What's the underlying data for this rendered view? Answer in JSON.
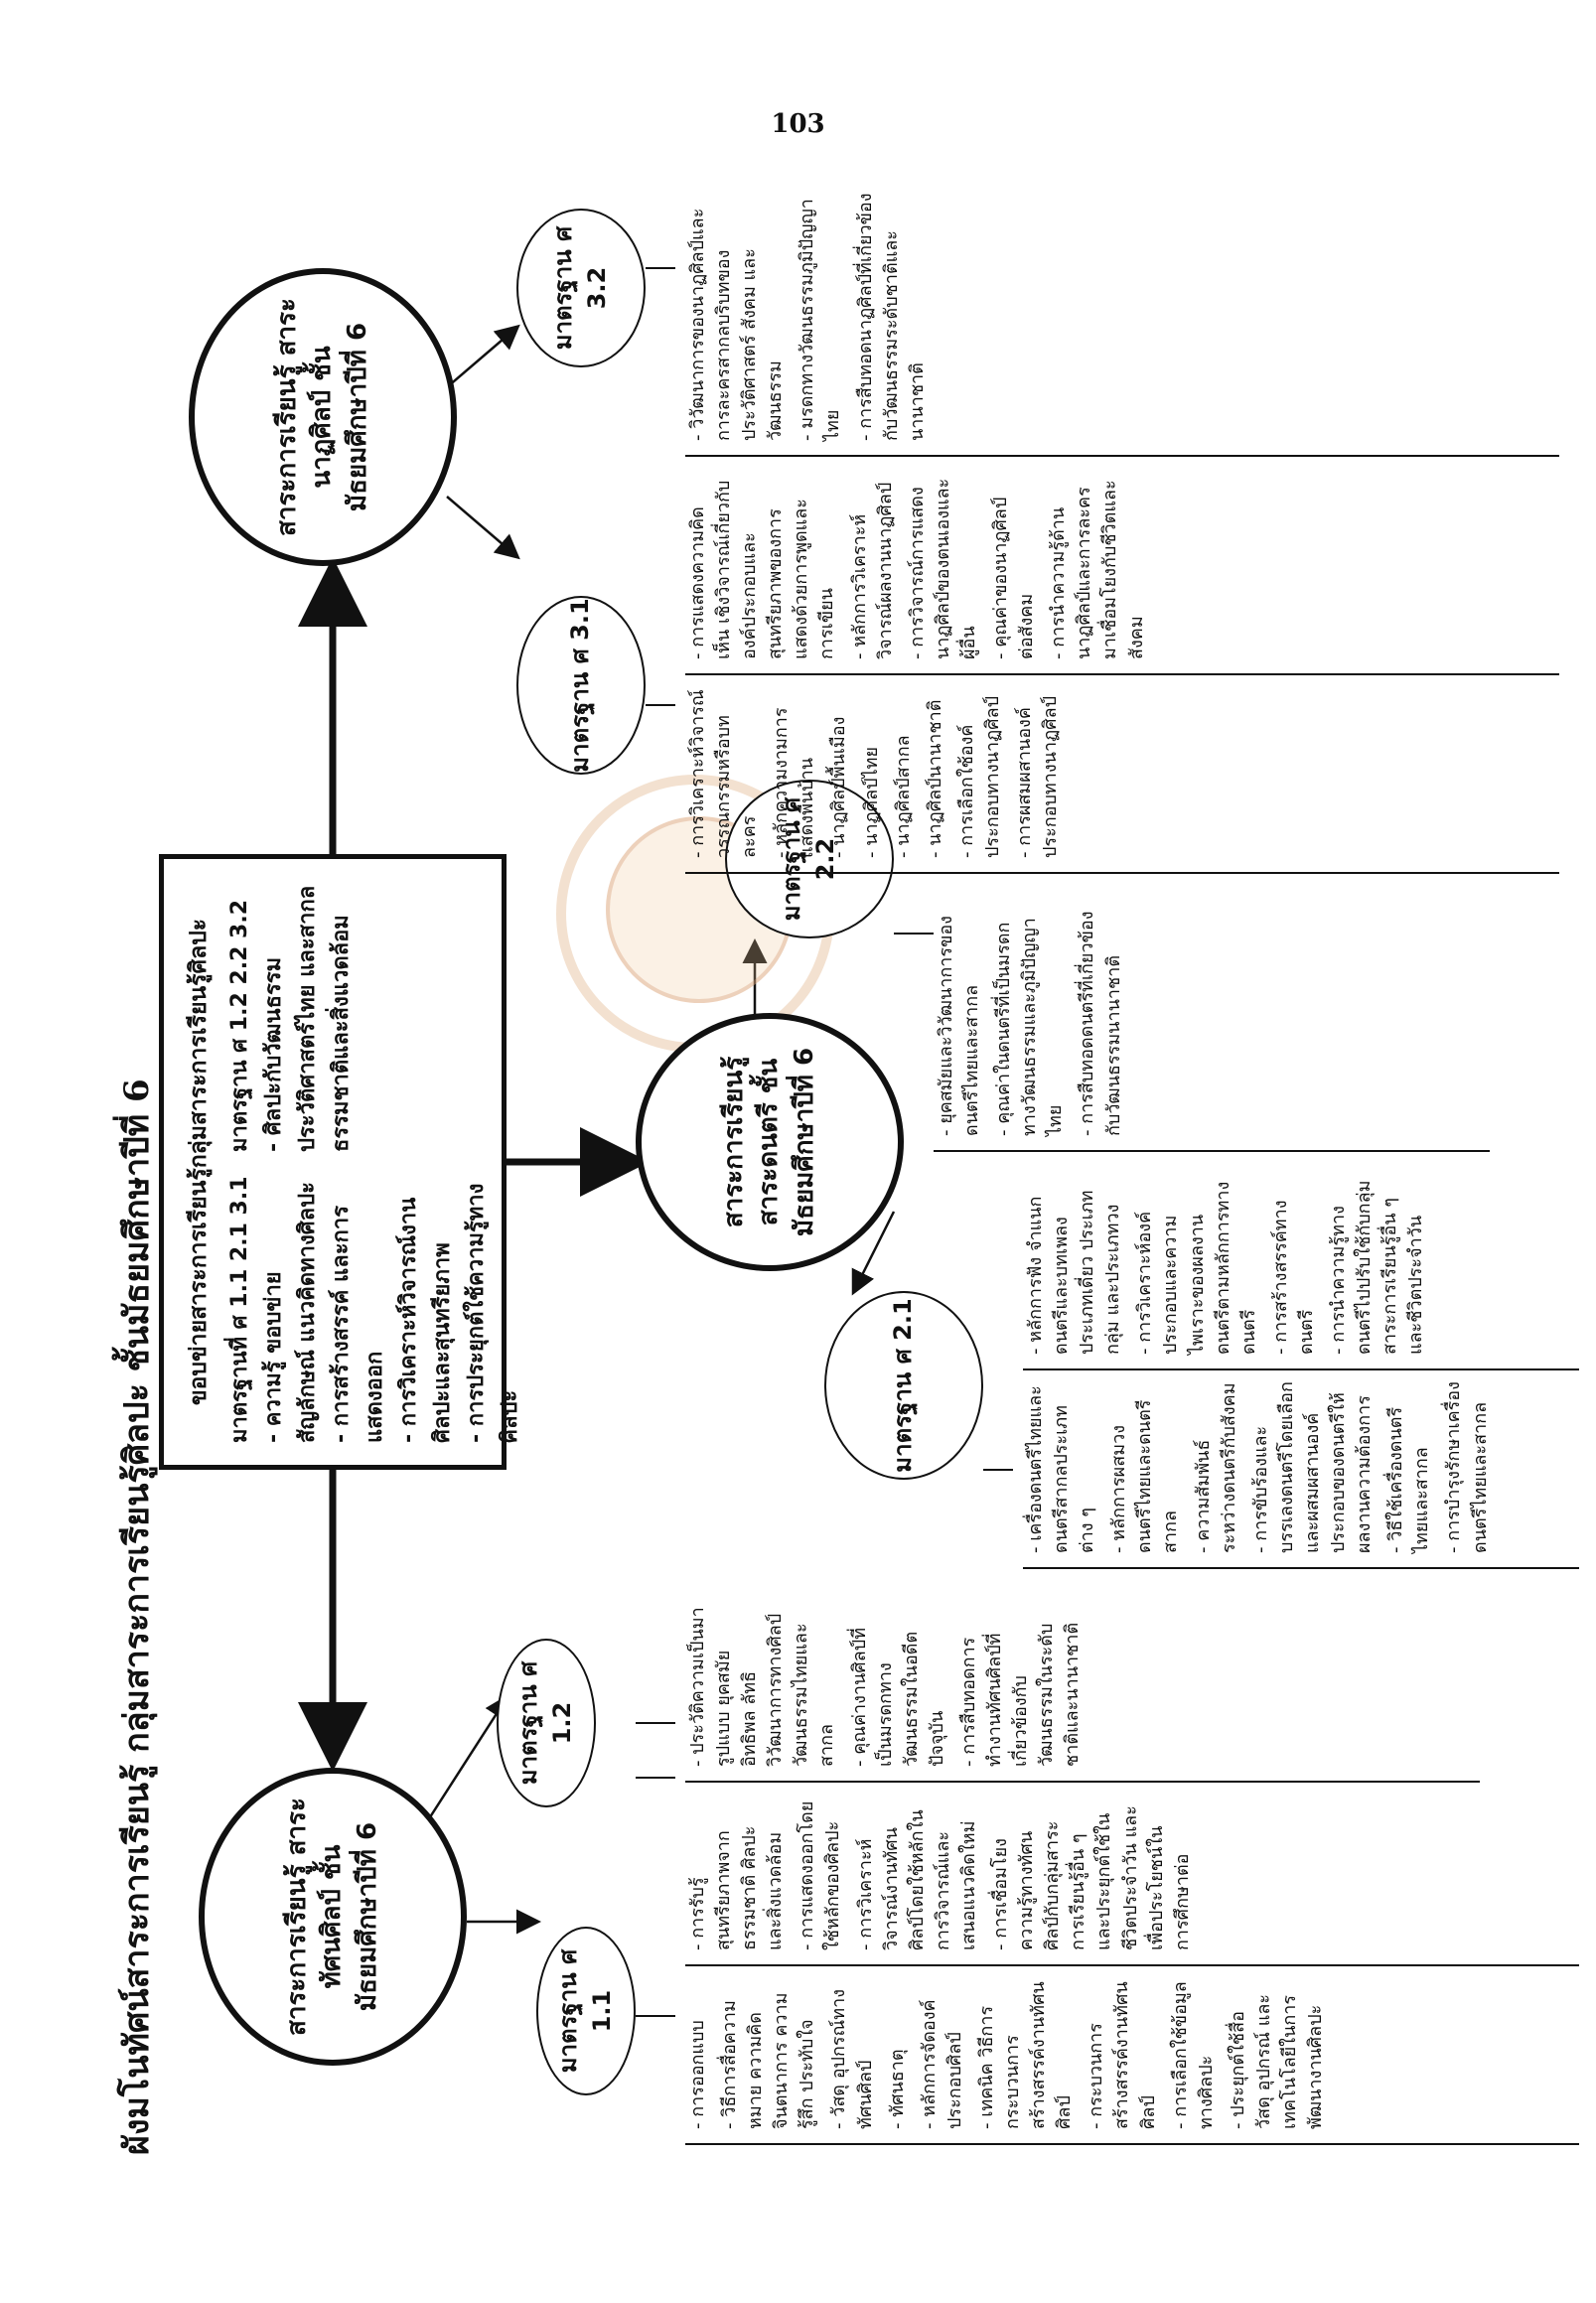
{
  "page_number": "103",
  "diagram_title": "ผังมโนทัศน์สาระการเรียนรู้ กลุ่มสาระการเรียนรู้ศิลปะ ชั้นมัธยมศึกษาปีที่ 6",
  "central": {
    "title": "ขอบข่ายสาระการเรียนรู้กลุ่มสาระการเรียนรู้ศิลปะ",
    "left_column": [
      "มาตรฐานที่ ศ 1.1 2.1 3.1",
      "- ความรู้ ขอบข่าย สัญลักษณ์ แนวคิดทางศิลปะ",
      "- การสร้างสรรค์ และการแสดงออก",
      "- การวิเคราะห์วิจารณ์งานศิลปะและสุนทรียภาพ",
      "- การประยุกต์ใช้ความรู้ทางศิลปะ"
    ],
    "right_column": [
      "มาตรฐาน ศ 1.2 2.2 3.2",
      "- ศิลปะกับวัฒนธรรมประวัติศาสตร์ไทย และสากล ธรรมชาติและสิ่งแวดล้อม"
    ]
  },
  "strands": {
    "visual_arts": {
      "label": "สาระการเรียนรู้ สาระทัศนศิลป์ ชั้นมัธยมศึกษาปีที่ 6",
      "std_1_1": {
        "label": "มาตรฐาน ศ 1.1",
        "topics_a": [
          "- การออกแบบ",
          "- วิธีการสื่อความหมาย ความคิด จินตนาการ ความรู้สึก ประทับใจ",
          "- วัสดุ อุปกรณ์ทางทัศนศิลป์",
          "- ทัศนธาตุ",
          "- หลักการจัดองค์ประกอบศิลป์",
          "- เทคนิค วิธีการ กระบวนการสร้างสรรค์งานทัศนศิลป์",
          "- กระบวนการสร้างสรรค์งานทัศนศิลป์",
          "- การเลือกใช้ข้อมูลทางศิลปะ",
          "- ประยุกต์ใช้สื่อ วัสดุ อุปกรณ์ และเทคโนโลยีในการพัฒนางานศิลปะ"
        ],
        "topics_b": [
          "- การรับรู้สุนทรียภาพจากธรรมชาติ ศิลปะ และสิ่งแวดล้อม",
          "- การแสดงออกโดยใช้หลักของศิลปะ",
          "- การวิเคราะห์วิจารณ์งานทัศนศิลป์โดยใช้หลักในการวิจารณ์และเสนอแนวคิดใหม่",
          "- การเชื่อมโยงความรู้ทางทัศนศิลป์กับกลุ่มสาระการเรียนรู้อื่น ๆ และประยุกต์ใช้ในชีวิตประจำวัน และเพื่อประโยชน์ในการศึกษาต่อ"
        ]
      },
      "std_1_2": {
        "label": "มาตรฐาน ศ 1.2",
        "topics": [
          "- ประวัติความเป็นมา รูปแบบ ยุคสมัย อิทธิพล ลัทธิ วิวัฒนาการทางศิลป์ วัฒนธรรมไทยและสากล",
          "- คุณค่างานศิลป์ที่เป็นมรดกทางวัฒนธรรมในอดีต ปัจจุบัน",
          "- การสืบทอดการทำงานทัศนศิลป์ที่เกี่ยวข้องกับวัฒนธรรมในระดับชาติและนานาชาติ"
        ]
      }
    },
    "music": {
      "label": "สาระการเรียนรู้ สาระดนตรี ชั้นมัธยมศึกษาปีที่ 6",
      "std_2_1": {
        "label": "มาตรฐาน ศ 2.1",
        "topics_a": [
          "- เครื่องดนตรีไทยและดนตรีสากลประเภทต่าง ๆ",
          "- หลักการผสมวงดนตรีไทยและดนตรีสากล",
          "- ความสัมพันธ์ระหว่างดนตรีกับสังคม",
          "- การขับร้องและบรรเลงดนตรีโดยเลือกและผสมผสานองค์ประกอบของดนตรีให้ผลงานความต้องการ",
          "- วิธีใช้เครื่องดนตรีไทยและสากล",
          "- การบำรุงรักษาเครื่องดนตรีไทยและสากล"
        ],
        "topics_b": [
          "- หลักการฟัง จำแนกดนตรีและบทเพลงประเภทเดี่ยว ประเภทกลุ่ม และประเภทวง",
          "- การวิเคราะห์องค์ประกอบและความไพเราะของผลงานดนตรีตามหลักการทางดนตรี",
          "- การสร้างสรรค์ทางดนตรี",
          "- การนำความรู้ทางดนตรีไปปรับใช้กับกลุ่มสาระการเรียนรู้อื่น ๆ และชีวิตประจำวัน"
        ]
      },
      "std_2_2": {
        "label": "มาตรฐาน ศ 2.2",
        "topics": [
          "- ยุคสมัยและวิวัฒนาการของดนตรีไทยและสากล",
          "- คุณค่าในดนตรีที่เป็นมรดกทางวัฒนธรรมและภูมิปัญญาไทย",
          "- การสืบทอดดนตรีที่เกี่ยวข้องกับวัฒนธรรมนานาชาติ"
        ]
      }
    },
    "drama": {
      "label": "สาระการเรียนรู้ สาระนาฏศิลป์ ชั้นมัธยมศึกษาปีที่ 6",
      "std_3_1": {
        "label": "มาตรฐาน ศ 3.1",
        "topics_a": [
          "- การวิเคราะห์วิจารณ์วรรณกรรมหรือบทละคร",
          "- หลักความงามการแสดงพื้นบ้าน",
          "- นาฏศิลป์พื้นเมือง",
          "- นาฏศิลป์ไทย",
          "- นาฏศิลป์สากล",
          "- นาฏศิลป์นานาชาติ",
          "- การเลือกใช้องค์ประกอบทางนาฏศิลป์",
          "- การผสมผสานองค์ประกอบทางนาฏศิลป์"
        ],
        "topics_b": [
          "- การแสดงความคิดเห็น เชิงวิจารณ์เกี่ยวกับองค์ประกอบและสุนทรียภาพของการแสดงด้วยการพูดและการเขียน",
          "- หลักการวิเคราะห์วิจารณ์ผลงานนาฏศิลป์",
          "- การวิจารณ์การแสดงนาฏศิลป์ของตนเองและผู้อื่น",
          "- คุณค่าของนาฏศิลป์ต่อสังคม",
          "- การนำความรู้ด้านนาฏศิลป์และการละครมาเชื่อมโยงกับชีวิตและสังคม"
        ]
      },
      "std_3_2": {
        "label": "มาตรฐาน ศ 3.2",
        "topics": [
          "- วิวัฒนาการของนาฏศิลป์และการละครสากลบริบทของประวัติศาสตร์ สังคม และวัฒนธรรม",
          "- มรดกทางวัฒนธรรมภูมิปัญญาไทย",
          "- การสืบทอดนาฏศิลป์ที่เกี่ยวข้องกับวัฒนธรรมระดับชาติและนานาชาติ"
        ]
      }
    }
  }
}
